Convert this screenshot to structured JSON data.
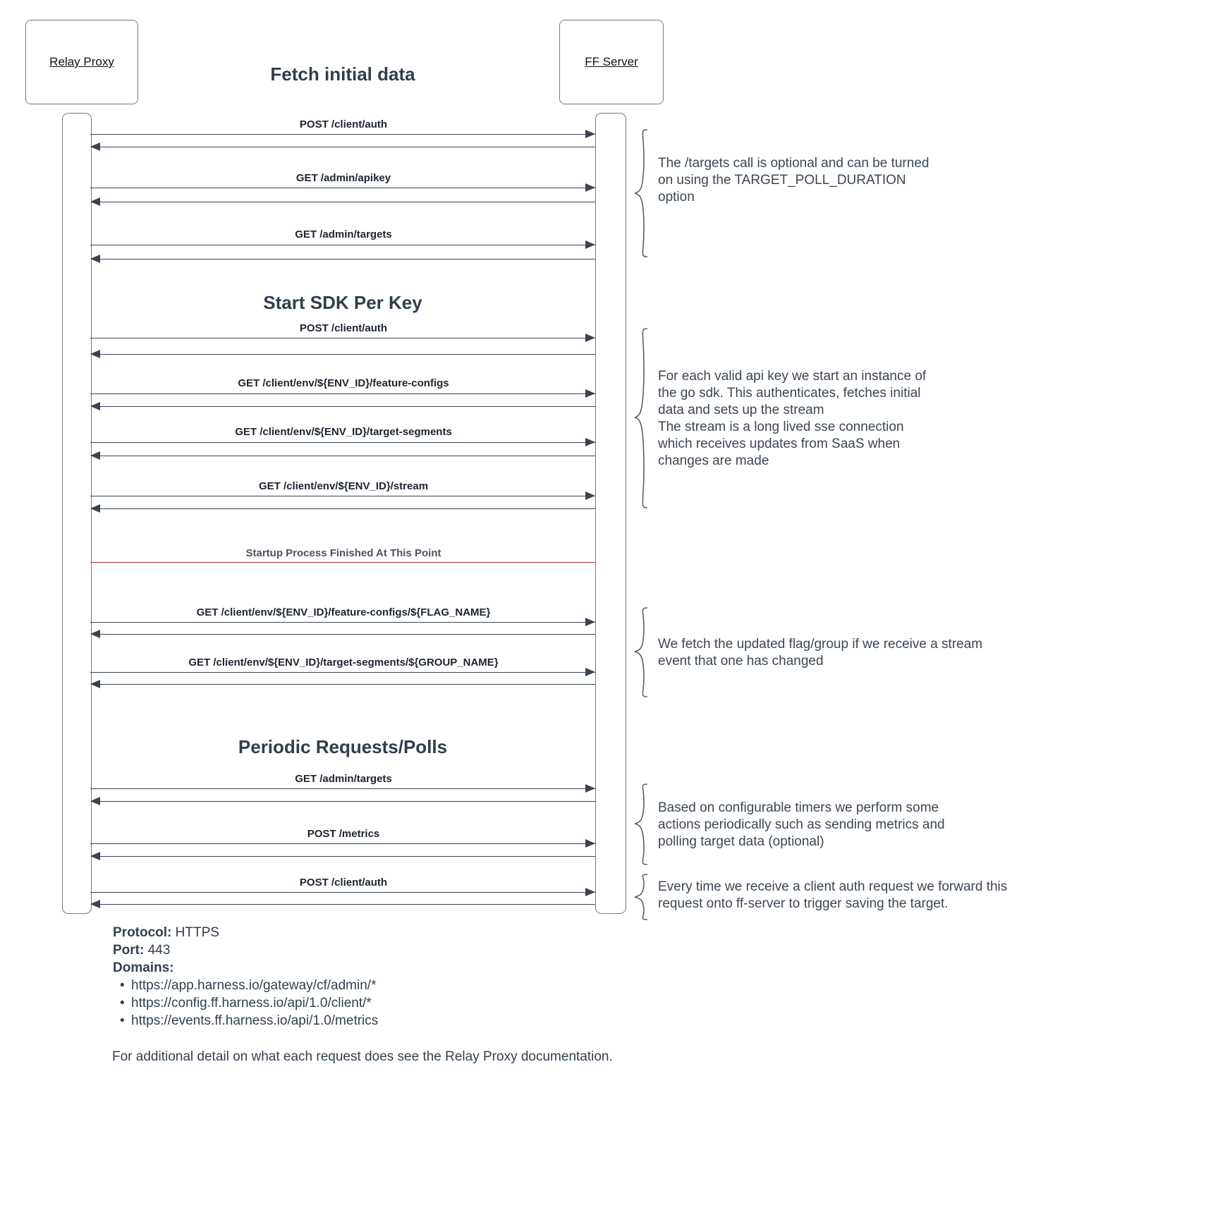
{
  "diagram": {
    "type": "sequence-diagram",
    "actors": [
      {
        "id": "relay-proxy",
        "label": "Relay Proxy"
      },
      {
        "id": "ff-server",
        "label": "FF Server"
      }
    ],
    "sections": [
      {
        "id": "fetch-initial-data",
        "title": "Fetch initial data",
        "messages": [
          {
            "label": "POST /client/auth",
            "direction": "request-response"
          },
          {
            "label": "GET /admin/apikey",
            "direction": "request-response"
          },
          {
            "label": "GET /admin/targets",
            "direction": "request-response"
          }
        ],
        "note": "The /targets call is optional and can be turned on using the TARGET_POLL_DURATION option"
      },
      {
        "id": "start-sdk-per-key",
        "title": "Start SDK Per Key",
        "messages": [
          {
            "label": "POST /client/auth",
            "direction": "request-response"
          },
          {
            "label": "GET /client/env/${ENV_ID}/feature-configs",
            "direction": "request-response"
          },
          {
            "label": "GET /client/env/${ENV_ID}/target-segments",
            "direction": "request-response"
          },
          {
            "label": "GET /client/env/${ENV_ID}/stream",
            "direction": "request-response"
          }
        ],
        "note": "For each valid api key we start an instance of the go sdk. This authenticates, fetches initial data and sets up the stream\nThe stream is a long lived sse connection which receives updates from SaaS when changes are made"
      },
      {
        "id": "stream-updates",
        "title": "",
        "messages": [
          {
            "label": "GET /client/env/${ENV_ID}/feature-configs/${FLAG_NAME}",
            "direction": "request-response"
          },
          {
            "label": "GET /client/env/${ENV_ID}/target-segments/${GROUP_NAME}",
            "direction": "request-response"
          }
        ],
        "note": "We fetch the updated flag/group if we receive a stream event that one has changed"
      },
      {
        "id": "periodic-requests-polls",
        "title": "Periodic Requests/Polls",
        "messages": [
          {
            "label": "GET /admin/targets",
            "direction": "request-response"
          },
          {
            "label": "POST /metrics",
            "direction": "request-response"
          }
        ],
        "note": "Based on configurable timers we perform some actions periodically such as sending metrics and polling target data (optional)"
      },
      {
        "id": "client-auth-forward",
        "title": "",
        "messages": [
          {
            "label": "POST /client/auth",
            "direction": "request-response"
          }
        ],
        "note": "Every time we receive a client auth request we forward this request onto ff-server to trigger saving the target."
      }
    ],
    "divider": {
      "label": "Startup Process Finished At This Point",
      "color": "#b03a3a"
    },
    "notes": {
      "note_1_line_1": "The /targets call is optional and can be turned",
      "note_1_line_2": "on using the TARGET_POLL_DURATION",
      "note_1_line_3": "option",
      "note_2_line_1": "For each valid api key we start an instance of",
      "note_2_line_2": "the go sdk. This authenticates, fetches initial",
      "note_2_line_3": "data and sets up the stream",
      "note_2_line_4": "The stream is a long lived sse connection",
      "note_2_line_5": "which receives updates from SaaS when",
      "note_2_line_6": "changes are made",
      "note_3_line_1": "We fetch the updated flag/group if we receive a stream",
      "note_3_line_2": "event that one has changed",
      "note_4_line_1": "Based on configurable timers we perform some",
      "note_4_line_2": "actions periodically such as sending metrics and",
      "note_4_line_3": "polling target data (optional)",
      "note_5_line_1": "Every time we receive a client auth request we forward this",
      "note_5_line_2": "request onto ff-server to trigger saving the target."
    },
    "messages": {
      "m1": "POST /client/auth",
      "m2": "GET /admin/apikey",
      "m3": "GET /admin/targets",
      "m4": "POST /client/auth",
      "m5": "GET /client/env/${ENV_ID}/feature-configs",
      "m6": "GET /client/env/${ENV_ID}/target-segments",
      "m7": "GET /client/env/${ENV_ID}/stream",
      "m8": "GET /client/env/${ENV_ID}/feature-configs/${FLAG_NAME}",
      "m9": "GET /client/env/${ENV_ID}/target-segments/${GROUP_NAME}",
      "m10": "GET /admin/targets",
      "m11": "POST /metrics",
      "m12": "POST /client/auth"
    },
    "titles": {
      "t1": "Fetch initial data",
      "t2": "Start SDK Per Key",
      "t3": "Periodic Requests/Polls"
    },
    "divider_label": "Startup Process Finished At This Point"
  },
  "footer": {
    "protocol_label": "Protocol:",
    "protocol_value": " HTTPS",
    "port_label": "Port:",
    "port_value": " 443",
    "domains_label": "Domains:",
    "domains": [
      "https://app.harness.io/gateway/cf/admin/*",
      "https://config.ff.harness.io/api/1.0/client/*",
      "https://events.ff.harness.io/api/1.0/metrics"
    ],
    "closing_note": "For additional detail on what each request does see the Relay Proxy documentation."
  }
}
